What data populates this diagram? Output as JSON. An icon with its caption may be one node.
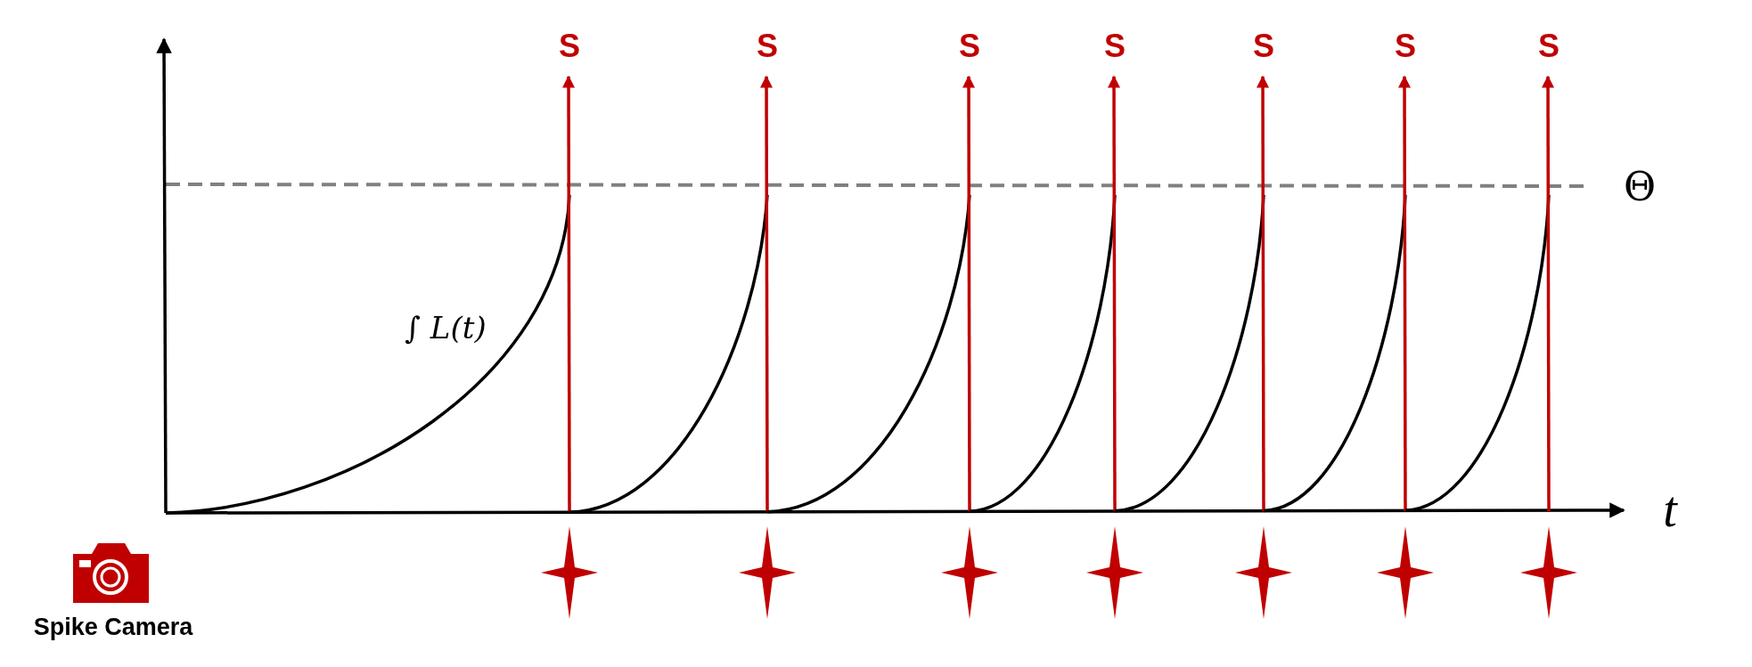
{
  "diagram": {
    "labels": [
      "S",
      "S",
      "S",
      "S",
      "S",
      "S",
      "S",
      "Θ",
      "∫ L(t)",
      "t",
      "Spike Camera"
    ]
  }
}
